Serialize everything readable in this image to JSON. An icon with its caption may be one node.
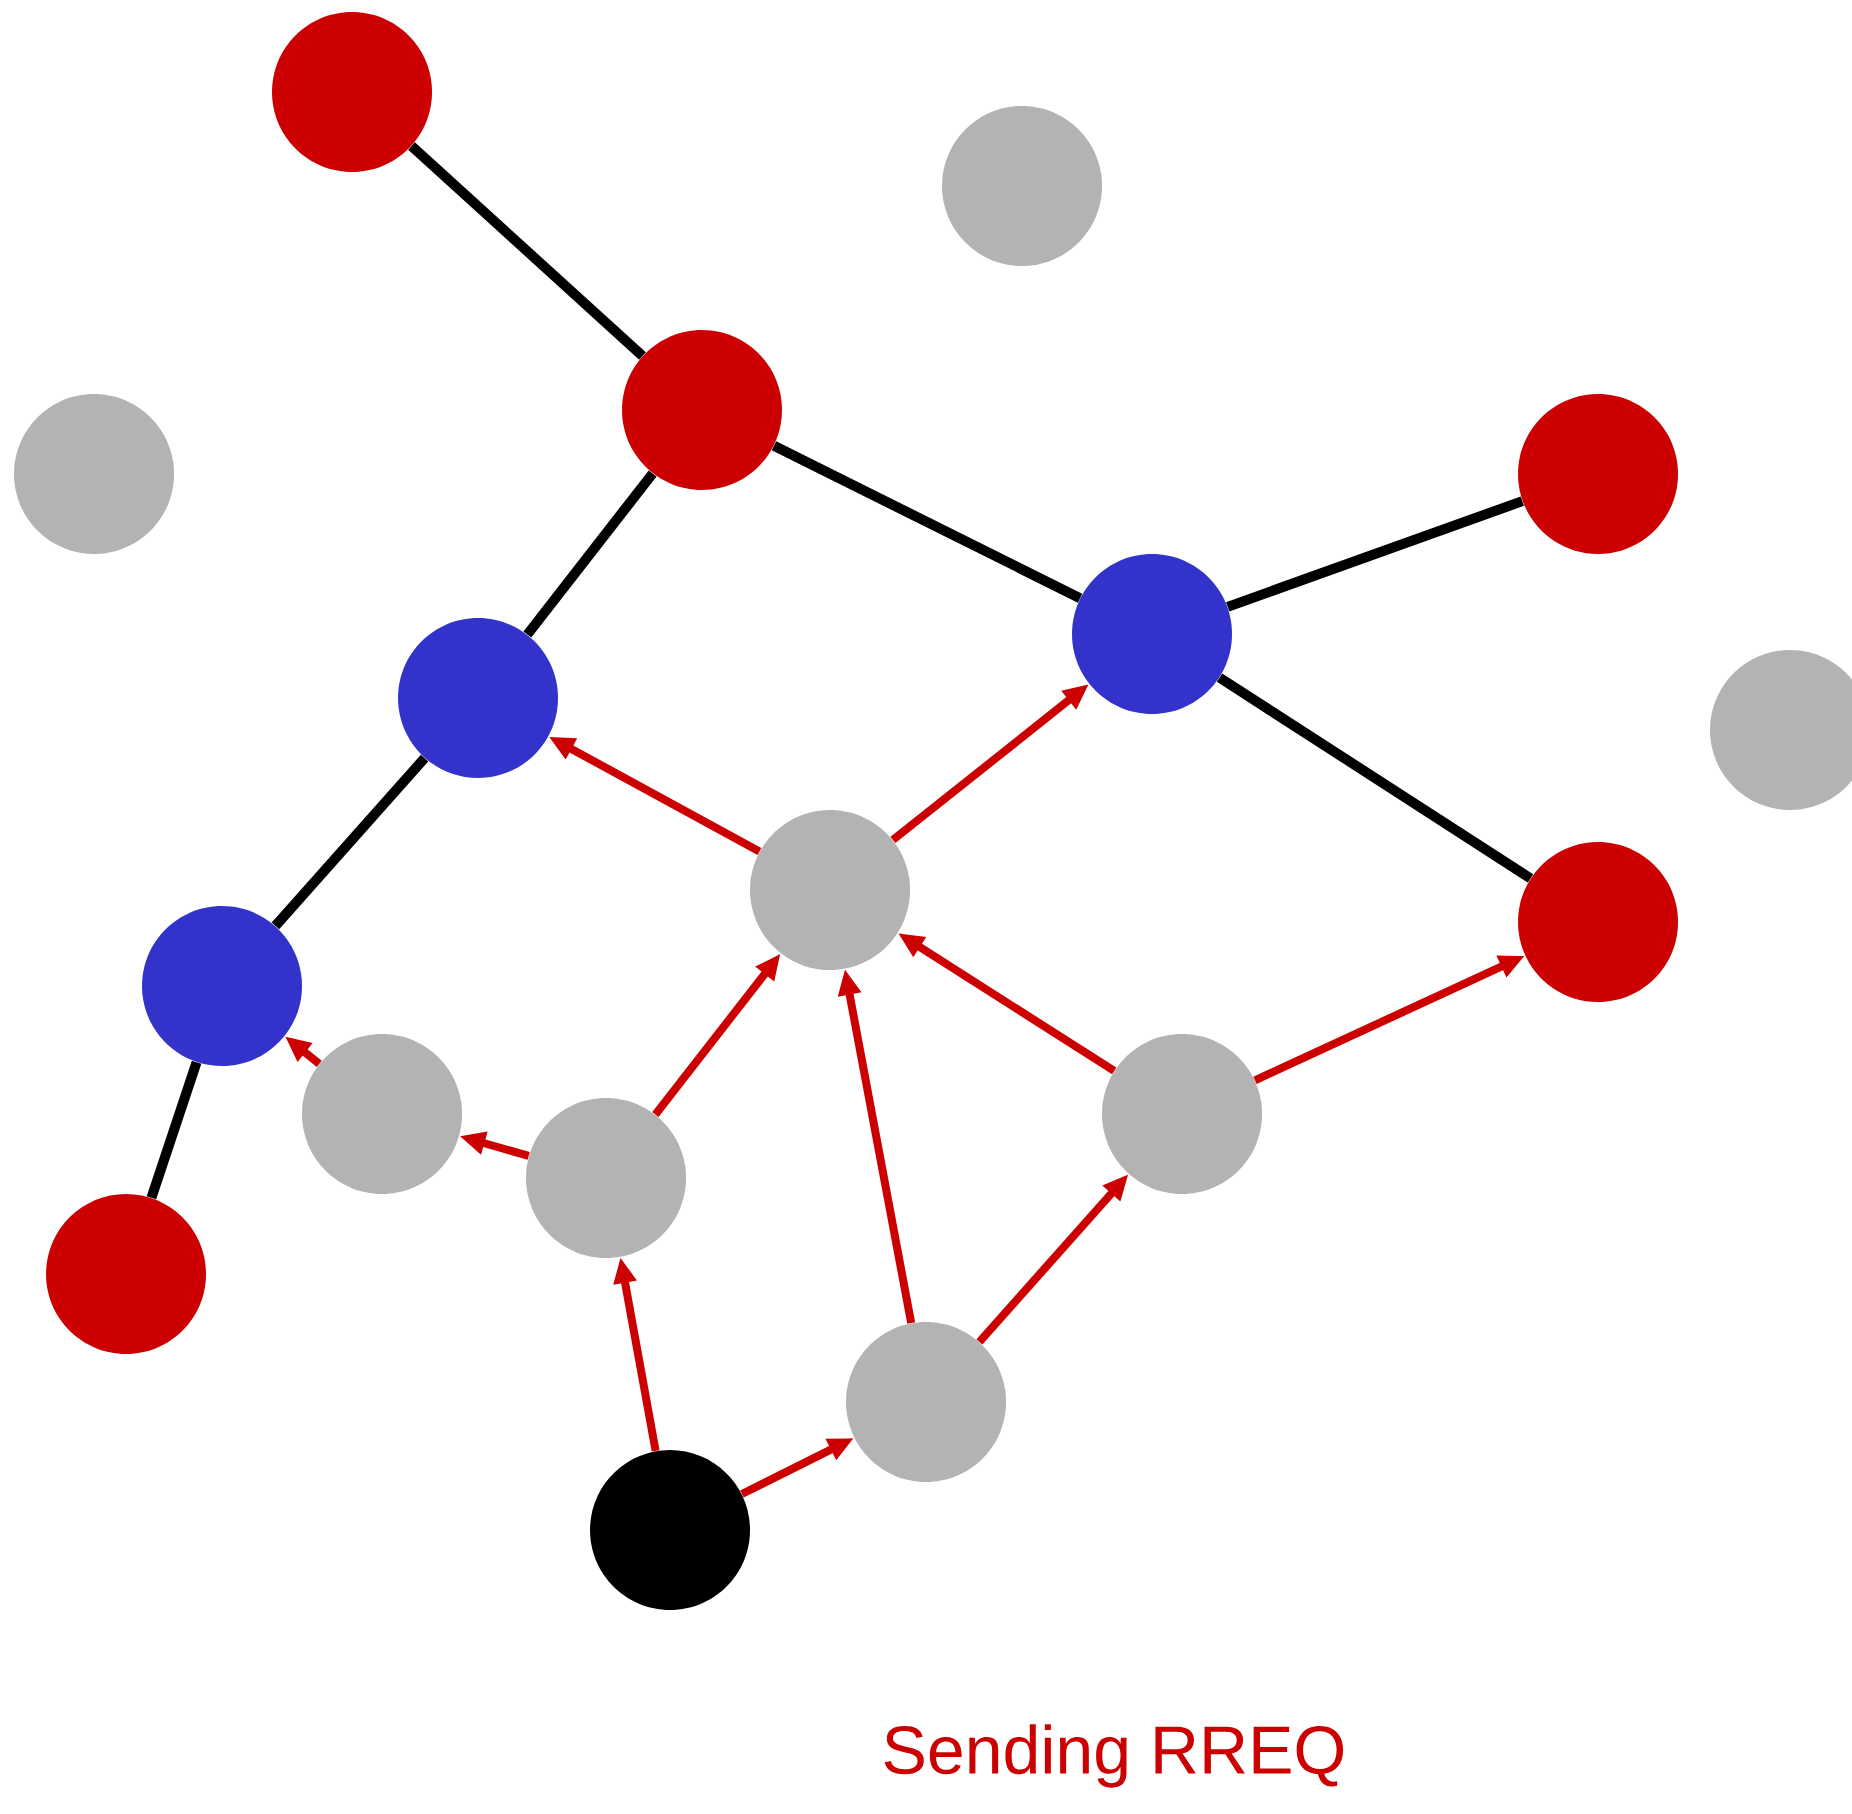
{
  "diagram": {
    "caption": "Sending RREQ",
    "nodes": [
      {
        "text": [],
        "shape": "circle"
      },
      {
        "text": [],
        "shape": "circle"
      },
      {
        "text": [],
        "shape": "circle"
      },
      {
        "text": [],
        "shape": "circle"
      },
      {
        "text": [],
        "shape": "circle"
      },
      {
        "text": [],
        "shape": "circle"
      },
      {
        "text": [],
        "shape": "circle"
      },
      {
        "text": [],
        "shape": "circle"
      },
      {
        "text": [],
        "shape": "circle"
      },
      {
        "text": [],
        "shape": "circle"
      },
      {
        "text": [],
        "shape": "circle"
      },
      {
        "text": [],
        "shape": "circle"
      },
      {
        "text": [],
        "shape": "circle"
      },
      {
        "text": [],
        "shape": "circle"
      },
      {
        "text": [],
        "shape": "circle"
      },
      {
        "text": [],
        "shape": "circle"
      },
      {
        "text": [],
        "shape": "circle"
      }
    ],
    "edges": [
      {
        "from": 0,
        "to": 2,
        "arrow": "none",
        "color": "#000000"
      },
      {
        "from": 2,
        "to": 6,
        "arrow": "none",
        "color": "#000000"
      },
      {
        "from": 2,
        "to": 5,
        "arrow": "none",
        "color": "#000000"
      },
      {
        "from": 5,
        "to": 4,
        "arrow": "none",
        "color": "#000000"
      },
      {
        "from": 5,
        "to": 9,
        "arrow": "none",
        "color": "#000000"
      },
      {
        "from": 6,
        "to": 10,
        "arrow": "none",
        "color": "#000000"
      },
      {
        "from": 10,
        "to": 14,
        "arrow": "none",
        "color": "#000000"
      },
      {
        "from": 8,
        "to": 6,
        "arrow": "to"
      },
      {
        "from": 8,
        "to": 5,
        "arrow": "to"
      },
      {
        "from": 11,
        "to": 10,
        "arrow": "to"
      },
      {
        "from": 13,
        "to": 11,
        "arrow": "to"
      },
      {
        "from": 13,
        "to": 8,
        "arrow": "to"
      },
      {
        "from": 16,
        "to": 13,
        "arrow": "to"
      },
      {
        "from": 16,
        "to": 15,
        "arrow": "to"
      },
      {
        "from": 15,
        "to": 8,
        "arrow": "to"
      },
      {
        "from": 15,
        "to": 12,
        "arrow": "to"
      },
      {
        "from": 12,
        "to": 8,
        "arrow": "to"
      },
      {
        "from": 12,
        "to": 9,
        "arrow": "to"
      }
    ]
  }
}
